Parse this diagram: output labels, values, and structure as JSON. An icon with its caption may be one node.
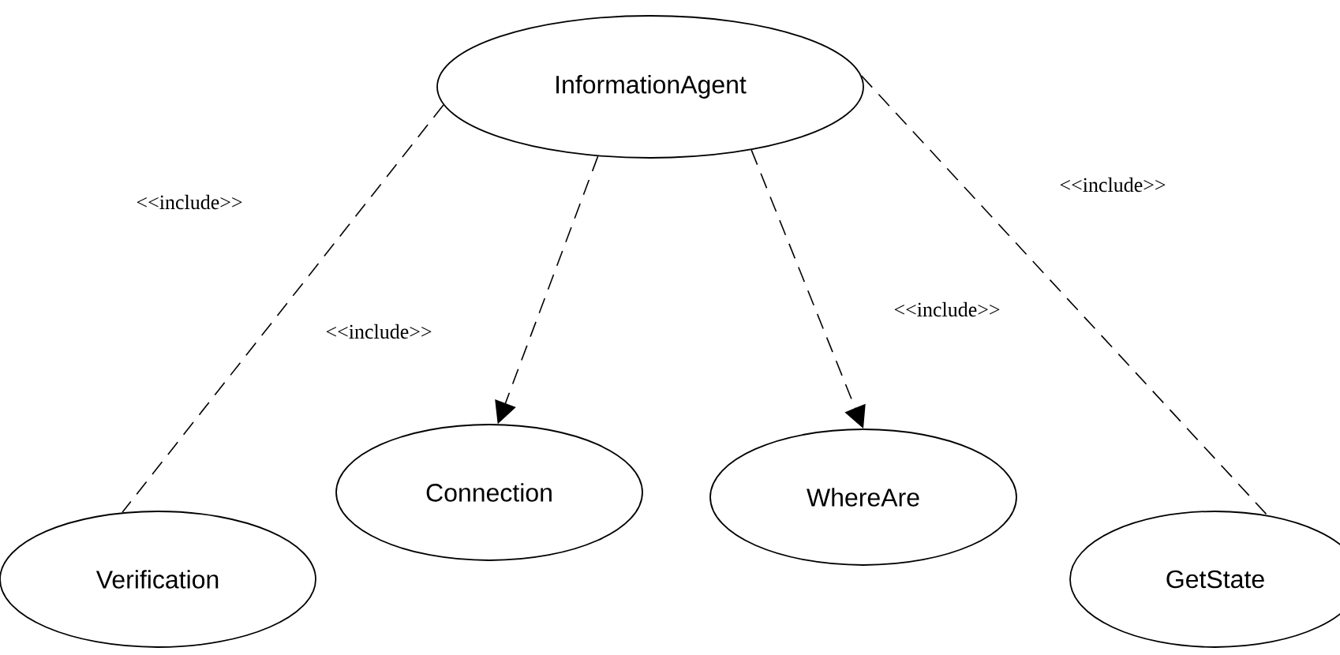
{
  "diagram": {
    "nodes": [
      {
        "text": [
          "InformationAgent"
        ]
      },
      {
        "text": [
          "Verification"
        ]
      },
      {
        "text": [
          "Connection"
        ]
      },
      {
        "text": [
          "WhereAre"
        ]
      },
      {
        "text": [
          "GetState"
        ]
      }
    ],
    "edges": [
      {
        "from": 0,
        "to": 1,
        "arrow": "none",
        "style": "dashed",
        "label": "<<include>>"
      },
      {
        "from": 0,
        "to": 2,
        "arrow": "to",
        "style": "dashed",
        "label": "<<include>>"
      },
      {
        "from": 0,
        "to": 3,
        "arrow": "to",
        "style": "dashed",
        "label": "<<include>>"
      },
      {
        "from": 0,
        "to": 4,
        "arrow": "none",
        "style": "dashed",
        "label": "<<include>>"
      }
    ]
  }
}
